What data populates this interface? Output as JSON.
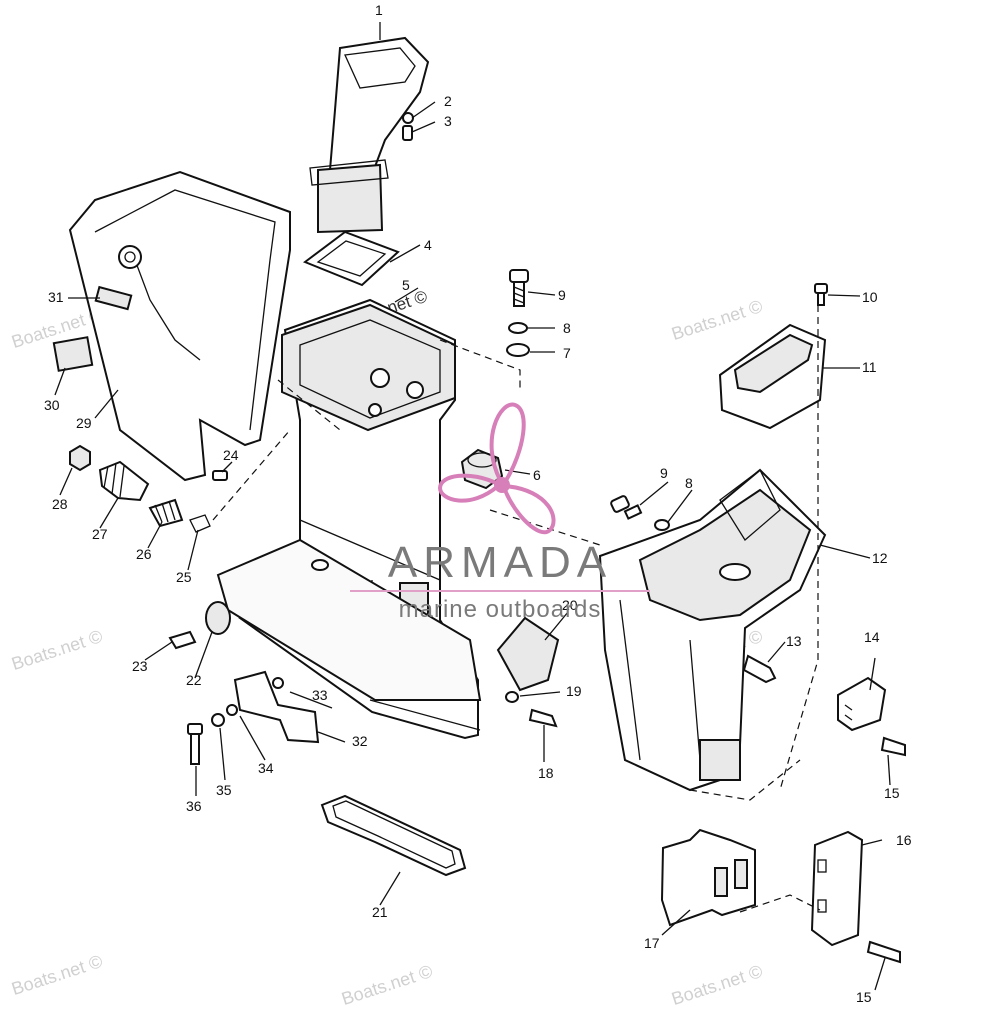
{
  "watermark_text": "Boats.net ©",
  "brand": {
    "name": "ARMADA",
    "tagline": "marine outboards",
    "accent": "#d77fb8"
  },
  "callouts": [
    {
      "n": "1"
    },
    {
      "n": "2"
    },
    {
      "n": "3"
    },
    {
      "n": "4"
    },
    {
      "n": "5"
    },
    {
      "n": "6"
    },
    {
      "n": "7"
    },
    {
      "n": "8"
    },
    {
      "n": "9"
    },
    {
      "n": "10"
    },
    {
      "n": "11"
    },
    {
      "n": "12"
    },
    {
      "n": "13"
    },
    {
      "n": "14"
    },
    {
      "n": "15"
    },
    {
      "n": "16"
    },
    {
      "n": "17"
    },
    {
      "n": "18"
    },
    {
      "n": "19"
    },
    {
      "n": "20"
    },
    {
      "n": "21"
    },
    {
      "n": "22"
    },
    {
      "n": "23"
    },
    {
      "n": "24"
    },
    {
      "n": "25"
    },
    {
      "n": "26"
    },
    {
      "n": "27"
    },
    {
      "n": "28"
    },
    {
      "n": "29"
    },
    {
      "n": "30"
    },
    {
      "n": "31"
    },
    {
      "n": "32"
    },
    {
      "n": "33"
    },
    {
      "n": "34"
    },
    {
      "n": "35"
    },
    {
      "n": "36"
    },
    {
      "n": "8"
    },
    {
      "n": "9"
    },
    {
      "n": "15"
    }
  ]
}
